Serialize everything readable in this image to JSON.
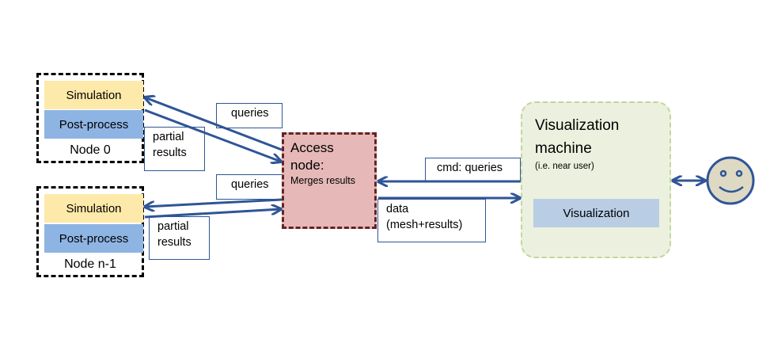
{
  "nodes": [
    {
      "simulation": "Simulation",
      "postprocess": "Post-process",
      "label": "Node 0"
    },
    {
      "simulation": "Simulation",
      "postprocess": "Post-process",
      "label": "Node n-1"
    }
  ],
  "edge_labels": {
    "queries_top": "queries",
    "partial_results_top": [
      "partial",
      "results"
    ],
    "queries_bottom": "queries",
    "partial_results_bottom": [
      "partial",
      "results"
    ],
    "cmd_queries": "cmd: queries",
    "data": [
      "data",
      "(mesh+results)"
    ]
  },
  "access_node": {
    "title_line1": "Access",
    "title_line2": "node:",
    "subtitle": "Merges results"
  },
  "visualization_machine": {
    "title_line1": "Visualization",
    "title_line2": "machine",
    "subtitle": "(i.e. near user)",
    "component": "Visualization"
  },
  "user": {
    "icon": "smiley-face-icon"
  },
  "colors": {
    "arrow": "#2f5597",
    "simulation": "#fde9a9",
    "postprocess": "#8eb4e3",
    "access_fill": "#e6b9b8",
    "access_border": "#632523",
    "vis_fill": "#ebf1de",
    "vis_component": "#b9cde5",
    "user_face": "#ddd9c3"
  }
}
